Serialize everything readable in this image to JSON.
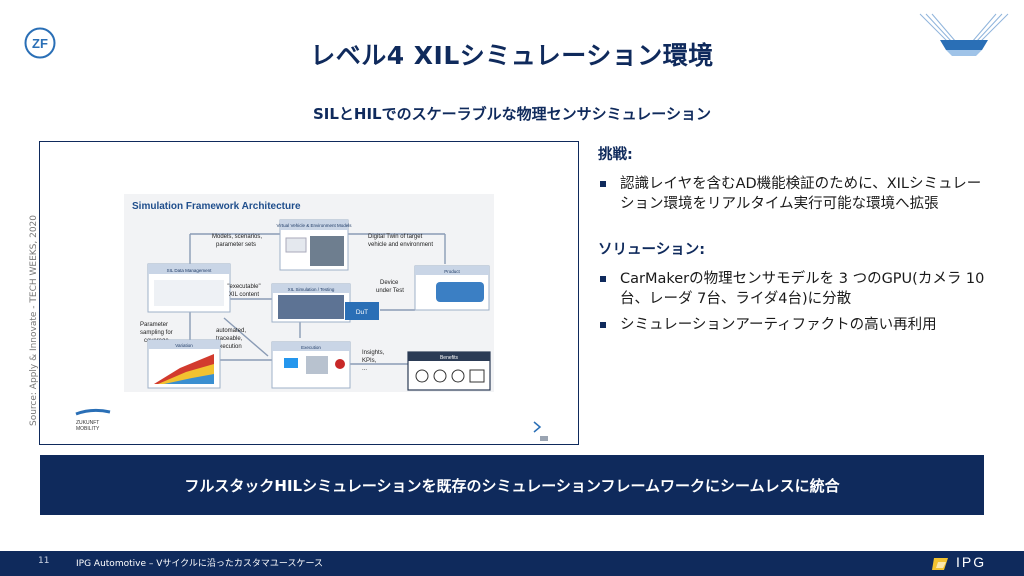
{
  "header": {
    "logo_text": "ZF",
    "title": "レベル4 XILシミュレーション環境",
    "subtitle": "SILとHILでのスケーラブルな物理センサシミュレーション"
  },
  "figure": {
    "source_note": "Source: Apply & Innovate - TECH WEEKS, 2020",
    "diagram_title": "Simulation Framework Architecture",
    "labels": {
      "virtual_vehicle": "Virtual Vehicle & Environment Models",
      "models_scenarios": "Models, scenarios,",
      "parameter_sets": "parameter sets",
      "digital_twin_1": "Digital Twin of target",
      "digital_twin_2": "vehicle and environment",
      "sil_data": "SIL Data Management",
      "executable_1": "\"executable\"",
      "executable_2": "XIL content",
      "xil_sim": "XIL Simulation / Testing",
      "device_1": "Device",
      "device_2": "under Test",
      "product": "Product",
      "dut": "DuT",
      "param_1": "Parameter",
      "param_2": "sampling for",
      "param_3": "coverage",
      "automated_1": "automated,",
      "automated_2": "traceable,",
      "automated_3": "execution",
      "variation": "Variation",
      "execution": "Execution",
      "insights_1": "Insights,",
      "insights_2": "KPIs,",
      "insights_3": "...",
      "benefits": "Benefits",
      "zukunft_1": "ZUKUNFT",
      "zukunft_2": "MOBILITY"
    }
  },
  "challenge": {
    "heading": "挑戦:",
    "items": [
      "認識レイヤを含むAD機能検証のために、XILシミュレーション環境をリアルタイム実行可能な環境へ拡張"
    ]
  },
  "solution": {
    "heading": "ソリューション:",
    "items": [
      "CarMakerの物理センサモデルを 3 つのGPU(カメラ 10 台、レーダ 7台、ライダ4台)に分散",
      "シミュレーションアーティファクトの高い再利用"
    ]
  },
  "banner": {
    "text": "フルスタックHILシミュレーションを既存のシミュレーションフレームワークにシームレスに統合"
  },
  "footer": {
    "page": "11",
    "text": "IPG Automotive – Vサイクルに沿ったカスタマユースケース",
    "brand": "IPG"
  },
  "colors": {
    "navy": "#0f2a5c",
    "accent": "#2a6fb6"
  }
}
